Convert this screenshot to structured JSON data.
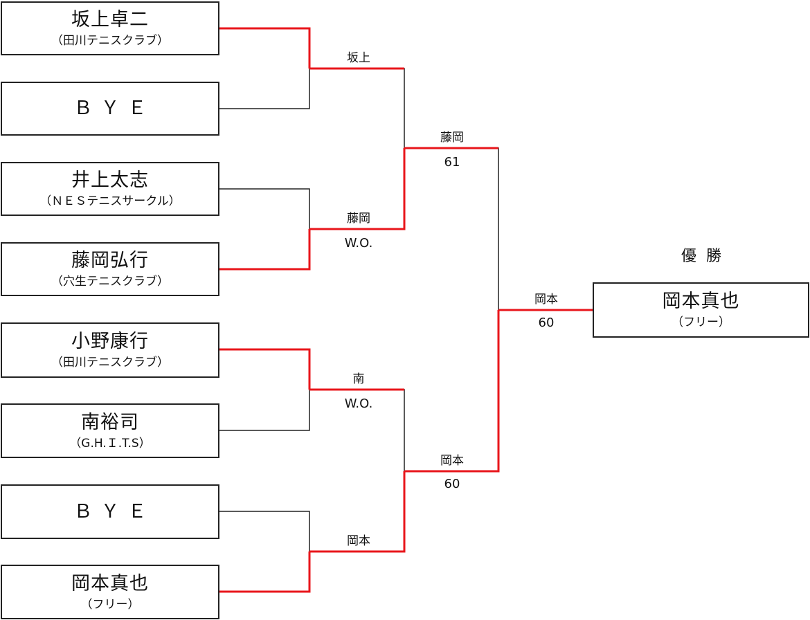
{
  "players": [
    {
      "name": "坂上卓二",
      "club": "（田川テニスクラブ）"
    },
    {
      "name": "ＢＹＥ",
      "club": ""
    },
    {
      "name": "井上太志",
      "club": "（ＮＥＳテニスサークル）"
    },
    {
      "name": "藤岡弘行",
      "club": "（穴生テニスクラブ）"
    },
    {
      "name": "小野康行",
      "club": "（田川テニスクラブ）"
    },
    {
      "name": "南裕司",
      "club": "（G.H.Ｉ.T.S）"
    },
    {
      "name": "ＢＹＥ",
      "club": ""
    },
    {
      "name": "岡本真也",
      "club": "（フリー）"
    }
  ],
  "round1": [
    {
      "winner": "坂上",
      "score": ""
    },
    {
      "winner": "藤岡",
      "score": "W.O."
    },
    {
      "winner": "南",
      "score": "W.O."
    },
    {
      "winner": "岡本",
      "score": ""
    }
  ],
  "semifinals": [
    {
      "winner": "藤岡",
      "score": "61"
    },
    {
      "winner": "岡本",
      "score": "60"
    }
  ],
  "final": {
    "winner": "岡本",
    "score": "60"
  },
  "champion": {
    "title": "優勝",
    "name": "岡本真也",
    "club": "（フリー）"
  },
  "colors": {
    "winner_line": "#e8161b",
    "loser_line": "#222222",
    "box_border": "#222222"
  }
}
